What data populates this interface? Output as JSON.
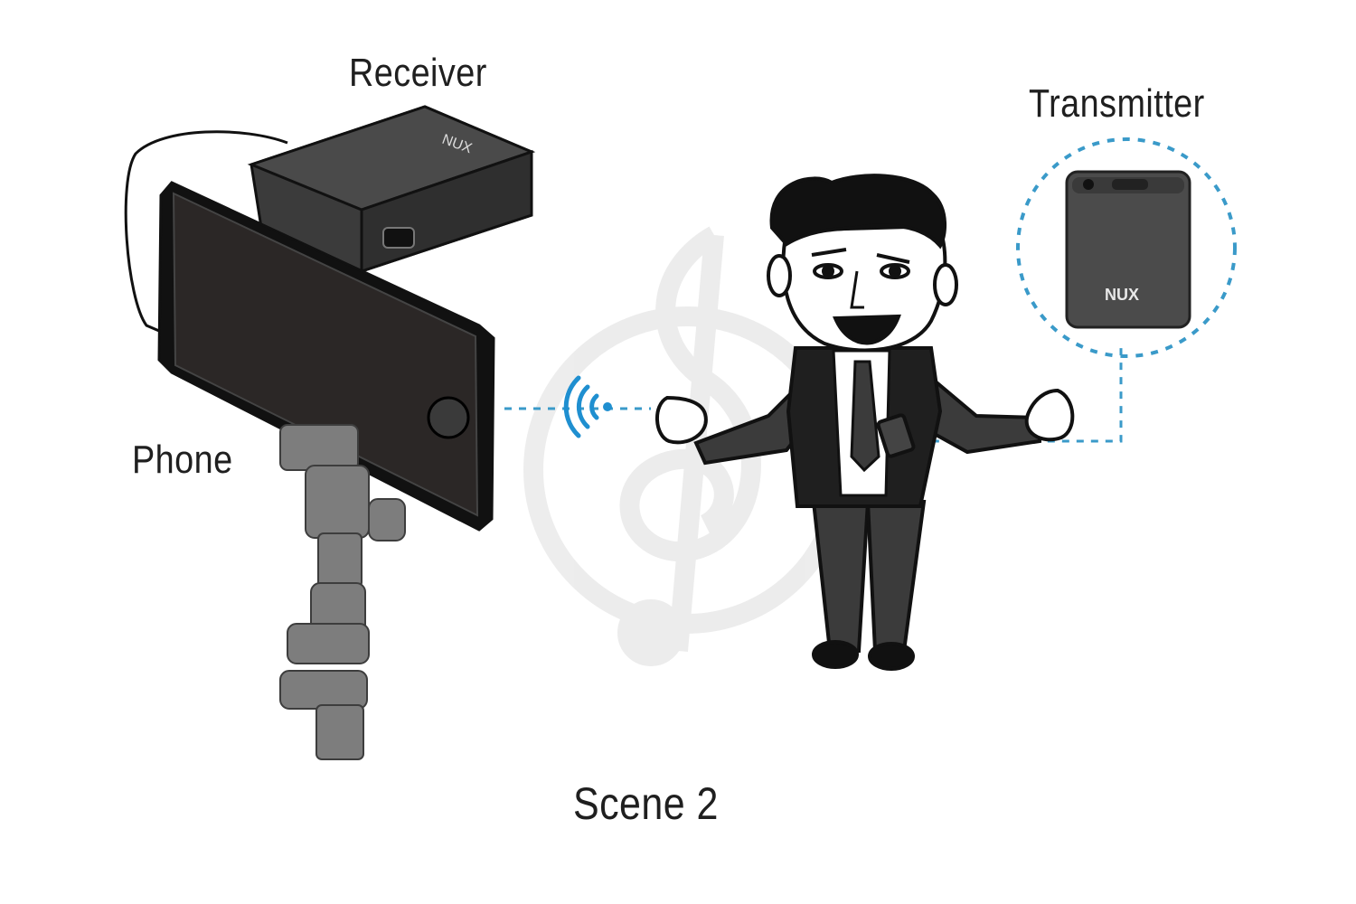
{
  "labels": {
    "receiver": "Receiver",
    "transmitter": "Transmitter",
    "phone": "Phone",
    "scene": "Scene 2"
  },
  "brand": {
    "receiver_logo": "NUX",
    "transmitter_logo": "NUX"
  },
  "colors": {
    "signal": "#3a9ac9",
    "device": "#3a3a3a",
    "tripod": "#7d7d7d",
    "outline": "#111111"
  },
  "icons": {
    "signal": "wireless-signal-icon",
    "watermark": "treble-clef-watermark"
  }
}
